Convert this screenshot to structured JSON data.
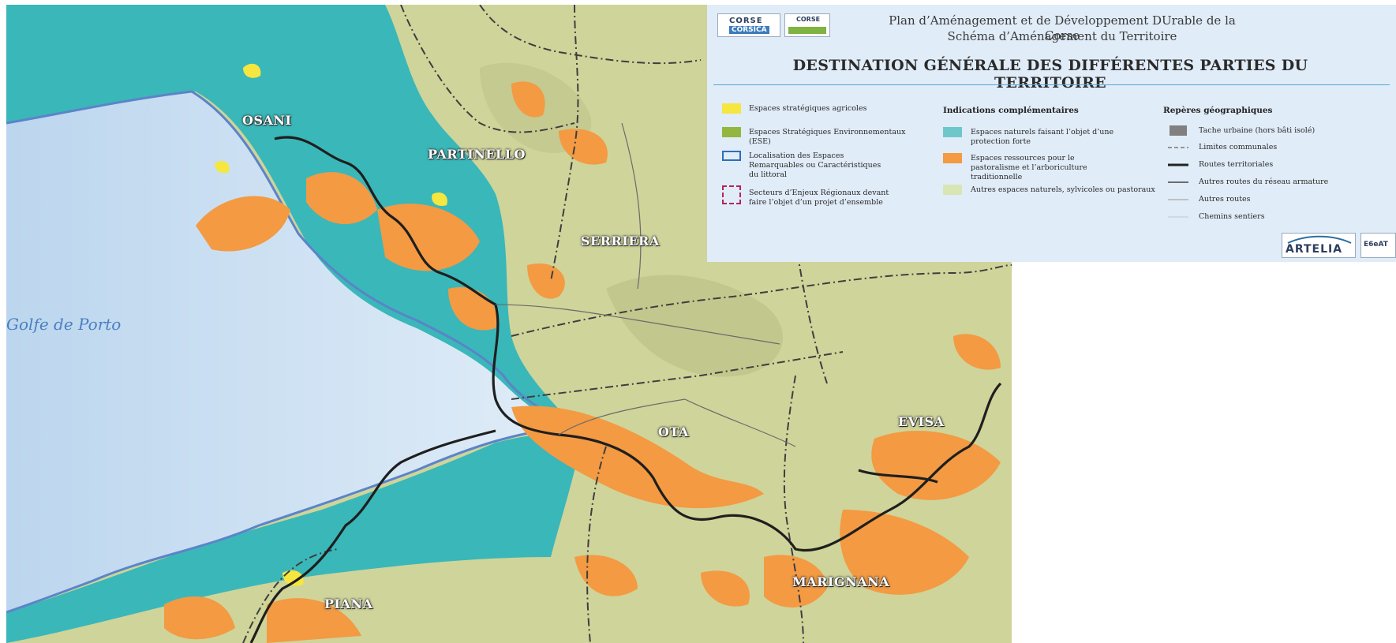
{
  "map": {
    "places": [
      {
        "id": "osani",
        "label": "OSANI"
      },
      {
        "id": "partinello",
        "label": "PARTINELLO"
      },
      {
        "id": "serriera",
        "label": "SERRIERA"
      },
      {
        "id": "ota",
        "label": "OTA"
      },
      {
        "id": "evisa",
        "label": "EVISA"
      },
      {
        "id": "marignana",
        "label": "MARIGNANA"
      },
      {
        "id": "piana",
        "label": "PIANA"
      }
    ],
    "sea_label": "Golfe de Porto",
    "colors": {
      "sea": "#d7e7f6",
      "land": "#cfd49a",
      "protected": "#3ab7b9",
      "pastoral": "#f39a43",
      "agricultural": "#f5e640",
      "shoreline": "#5b84c8",
      "road": "#1f1f1f"
    }
  },
  "legend": {
    "logos": [
      {
        "id": "corse-corsica",
        "line1": "CORSE",
        "line2": "CORSICA"
      },
      {
        "id": "corse-agency",
        "line1": "CORSE",
        "line2": ""
      }
    ],
    "title_line1": "Plan d’Aménagement et de Développement DUrable de la Corse",
    "title_line2": "Schéma d’Aménagement du Territoire",
    "main_title": "DESTINATION GÉNÉRALE DES DIFFÉRENTES PARTIES DU TERRITOIRE",
    "col1": [
      {
        "label": "Espaces stratégiques agricoles",
        "color": "#f5e640"
      },
      {
        "label": "Espaces Stratégiques Environnementaux (ESE)",
        "color": "#93b640"
      },
      {
        "label": "Localisation des Espaces Remarquables ou Caractéristiques du littoral",
        "color": "#2e6fb7"
      },
      {
        "label": "Secteurs d’Enjeux Régionaux devant faire l’objet d’un projet d’ensemble",
        "color": "#b3245a"
      }
    ],
    "col2_title": "Indications complémentaires",
    "col2": [
      {
        "label": "Espaces naturels faisant l’objet d’une protection forte",
        "color": "#6ec8c9"
      },
      {
        "label": "Espaces ressources pour le pastoralisme et l’arboriculture traditionnelle",
        "color": "#f39a43"
      },
      {
        "label": "Autres espaces naturels, sylvicoles ou pastoraux",
        "color": "#d7e6b3"
      }
    ],
    "col3_title": "Repères géographiques",
    "col3": [
      {
        "label": "Tache urbaine (hors bâti isolé)",
        "color": "#808080"
      },
      {
        "label": "Limites communales",
        "color": "#777777"
      },
      {
        "label": "Routes territoriales",
        "color": "#222222"
      },
      {
        "label": "Autres routes du réseau armature",
        "color": "#444444"
      },
      {
        "label": "Autres routes",
        "color": "#999999"
      },
      {
        "label": "Chemins sentiers",
        "color": "#bbbbbb"
      }
    ],
    "brand_artelia": "ARTELIA",
    "brand_egeat": "E6eAT"
  }
}
